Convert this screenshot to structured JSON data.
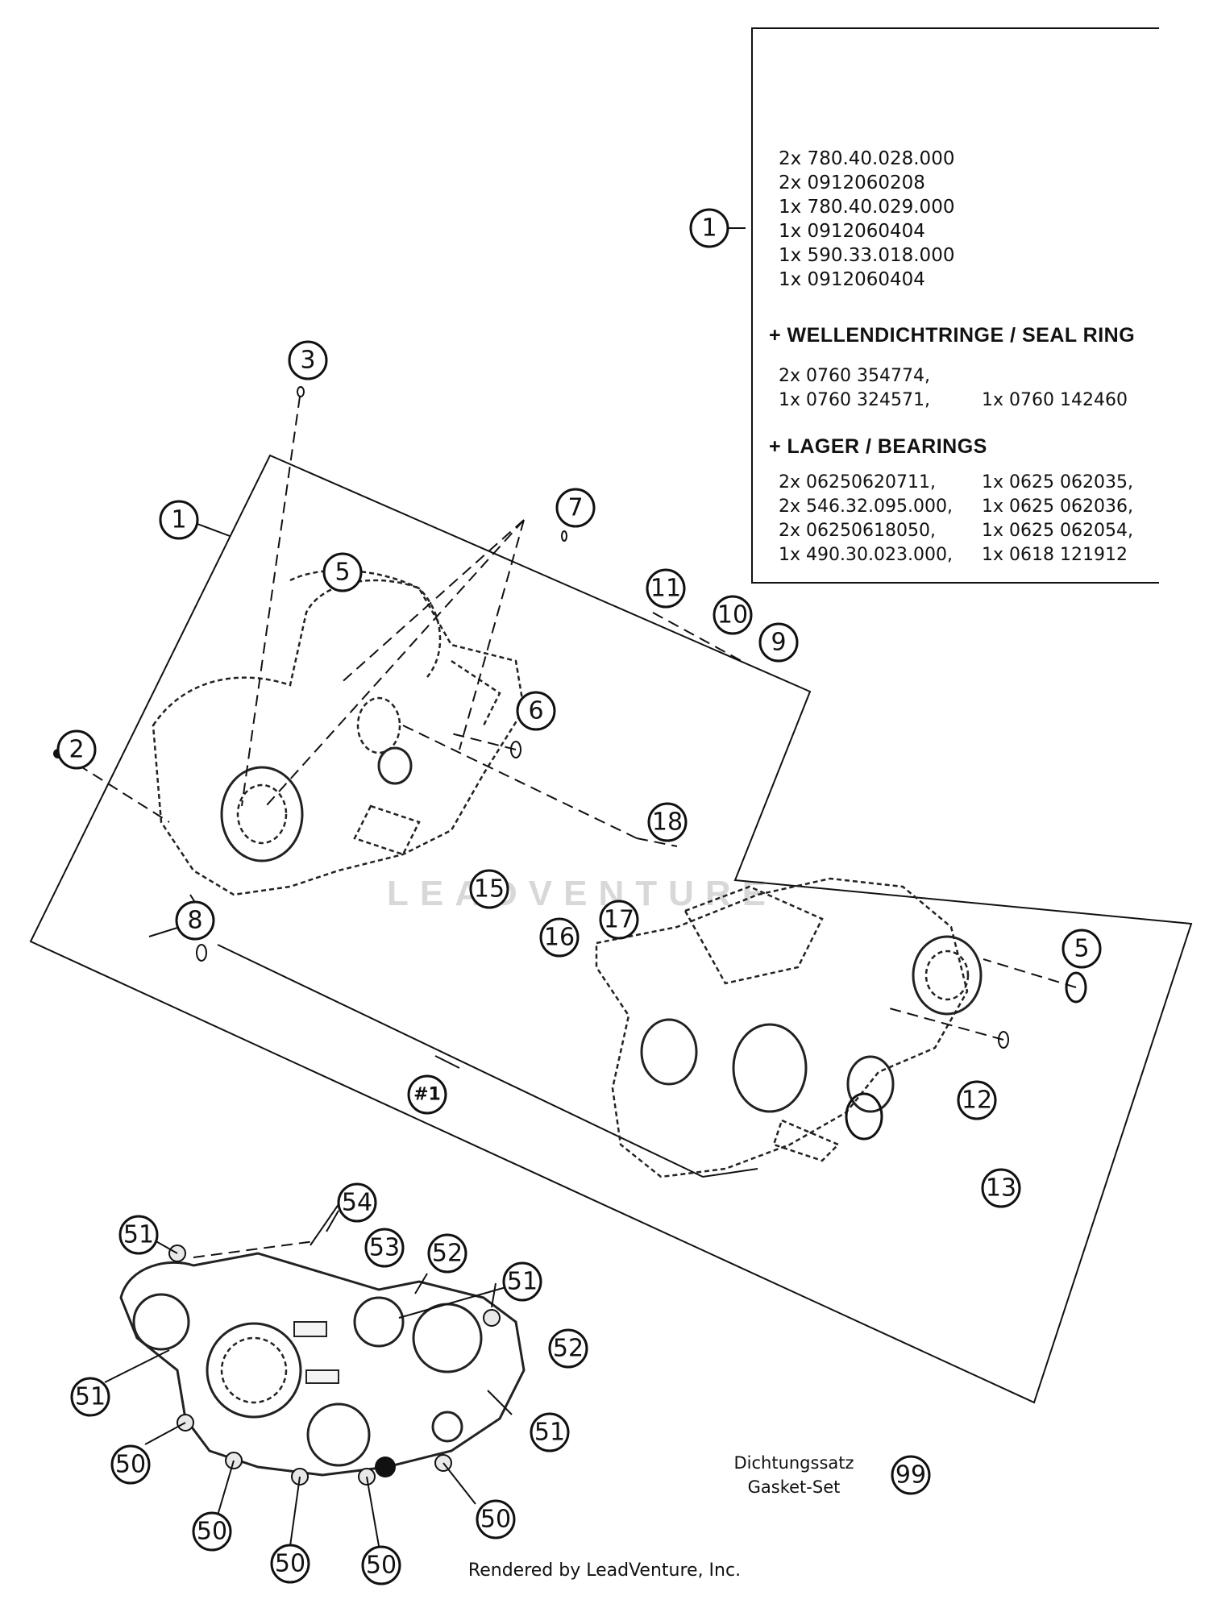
{
  "legend_box": {
    "group_callouts": [
      "#1",
      "5",
      "6",
      "8",
      "12",
      "13",
      "15",
      "16",
      "17",
      "18"
    ],
    "kit_callout": "1",
    "kit_parts": [
      "2x 780.40.028.000",
      "2x 0912060208",
      "1x 780.40.029.000",
      "1x 0912060404",
      "1x 590.33.018.000",
      "1x 0912060404"
    ],
    "seal_heading": "+ WELLENDICHTRINGE /  SEAL RING",
    "seal_rows": [
      [
        "2x 0760 354774,",
        ""
      ],
      [
        "1x 0760 324571,",
        "1x 0760 142460"
      ]
    ],
    "bearing_heading": "+ LAGER / BEARINGS",
    "bearing_rows": [
      [
        "2x 06250620711,",
        "1x 0625 062035,"
      ],
      [
        "2x 546.32.095.000,",
        "1x 0625 062036,"
      ],
      [
        "2x 06250618050,",
        "1x 0625 062054,"
      ],
      [
        "1x 490.30.023.000,",
        "1x 0618 121912"
      ]
    ]
  },
  "callouts": {
    "c3": "3",
    "c1": "1",
    "c7": "7",
    "c5a": "5",
    "c2": "2",
    "c6": "6",
    "c11": "11",
    "c10": "10",
    "c9": "9",
    "c18": "18",
    "c15": "15",
    "c17": "17",
    "c16": "16",
    "c8": "8",
    "c5b": "5",
    "c1b": "#1",
    "c12": "12",
    "c13": "13",
    "c54": "54",
    "c53": "53",
    "c52a": "52",
    "c51a": "51",
    "c51b": "51",
    "c52b": "52",
    "c51c": "51",
    "c51d": "51",
    "c50a": "50",
    "c50b": "50",
    "c50c": "50",
    "c50d": "50",
    "c50e": "50",
    "c99": "99"
  },
  "gasket_set": {
    "label_de": "Dichtungssatz",
    "label_en": "Gasket-Set"
  },
  "watermark": "LEADVENTURE",
  "footer": "Rendered by LeadVenture, Inc."
}
